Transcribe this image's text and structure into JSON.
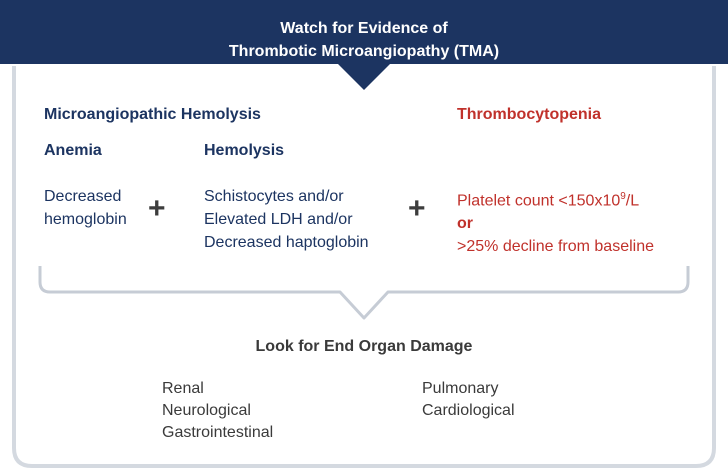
{
  "header": {
    "title_line1": "Watch for Evidence of",
    "title_line2": "Thrombotic Microangiopathy (TMA)"
  },
  "hemolysis_section": {
    "title": "Microangiopathic Hemolysis",
    "anemia": {
      "heading": "Anemia",
      "lines": [
        "Decreased",
        "hemoglobin"
      ]
    },
    "hemolysis": {
      "heading": "Hemolysis",
      "lines": [
        "Schistocytes and/or",
        "Elevated LDH and/or",
        "Decreased haptoglobin"
      ]
    }
  },
  "thrombocytopenia_section": {
    "title": "Thrombocytopenia",
    "platelet_prefix": "Platelet count <150x10",
    "platelet_exponent": "9",
    "platelet_suffix": "/L",
    "or_label": "or",
    "decline": ">25% decline from baseline"
  },
  "plus_symbol": "+",
  "end_organ": {
    "title": "Look for End Organ Damage",
    "left_items": [
      "Renal",
      "Neurological",
      "Gastrointestinal"
    ],
    "right_items": [
      "Pulmonary",
      "Cardiological"
    ]
  },
  "colors": {
    "header_navy": "#1c3461",
    "text_navy": "#1c3461",
    "accent_red": "#c0312b",
    "frame_gray": "#d4d9e0",
    "bracket_gray": "#c6ccd5"
  }
}
